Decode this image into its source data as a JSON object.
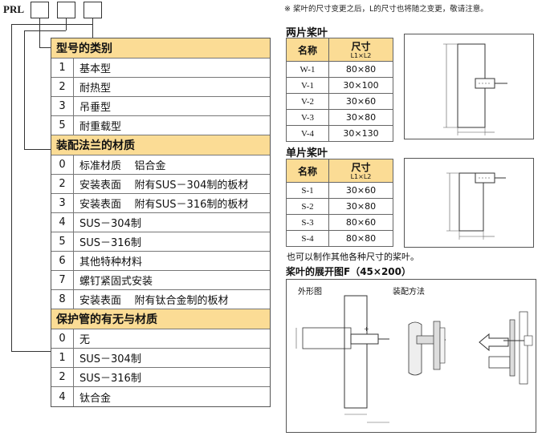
{
  "model_code": {
    "prefix": "PRL"
  },
  "left_table": {
    "type_section": {
      "title": "型号的类别",
      "rows": [
        {
          "code": "1",
          "text": "基本型"
        },
        {
          "code": "2",
          "text": "耐热型"
        },
        {
          "code": "3",
          "text": "吊垂型"
        },
        {
          "code": "5",
          "text": "耐重载型"
        }
      ]
    },
    "flange_section": {
      "title": "装配法兰的材质",
      "rows": [
        {
          "code": "0",
          "text": "标准材质    铝合金"
        },
        {
          "code": "2",
          "text": "安装表面    附有SUS－304制的板材"
        },
        {
          "code": "3",
          "text": "安装表面    附有SUS－316制的板材"
        },
        {
          "code": "4",
          "text": "SUS－304制"
        },
        {
          "code": "5",
          "text": "SUS－316制"
        },
        {
          "code": "6",
          "text": "其他特种材料"
        },
        {
          "code": "7",
          "text": "螺钉紧固式安装"
        },
        {
          "code": "8",
          "text": "安装表面    附有钛合金制的板材"
        }
      ]
    },
    "tube_section": {
      "title": "保护管的有无与材质",
      "rows": [
        {
          "code": "0",
          "text": "无"
        },
        {
          "code": "1",
          "text": "SUS－304制"
        },
        {
          "code": "2",
          "text": "SUS－316制"
        },
        {
          "code": "4",
          "text": "钛合金"
        }
      ]
    }
  },
  "note": "※ 桨叶的尺寸变更之后，L的尺寸也将随之变更，敬请注意。",
  "two_blade": {
    "title": "两片桨叶",
    "col_name": "名称",
    "col_size": "尺寸",
    "col_size_sub": "L1×L2",
    "rows": [
      {
        "name": "W-1",
        "size": "80×80"
      },
      {
        "name": "V-1",
        "size": "30×100"
      },
      {
        "name": "V-2",
        "size": "30×60"
      },
      {
        "name": "V-3",
        "size": "30×80"
      },
      {
        "name": "V-4",
        "size": "30×130"
      }
    ]
  },
  "one_blade": {
    "title": "单片桨叶",
    "col_name": "名称",
    "col_size": "尺寸",
    "col_size_sub": "L1×L2",
    "rows": [
      {
        "name": "S-1",
        "size": "30×60"
      },
      {
        "name": "S-2",
        "size": "30×80"
      },
      {
        "name": "S-3",
        "size": "80×60"
      },
      {
        "name": "S-4",
        "size": "80×80"
      }
    ]
  },
  "other_sizes_note": "也可以制作其他各种尺寸的桨叶。",
  "unfolded": {
    "title": "桨叶的展开图F（45×200）",
    "outline_label": "外形图",
    "assembly_label": "装配方法"
  }
}
